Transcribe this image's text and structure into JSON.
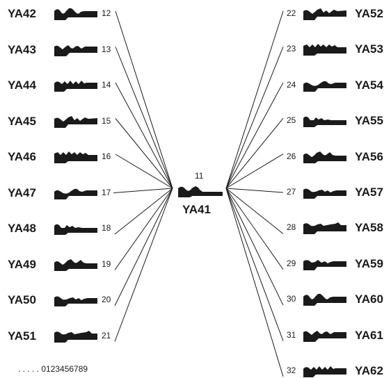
{
  "center": {
    "code": "YA41",
    "number": "11"
  },
  "left_keys": [
    {
      "code": "YA42",
      "number": "12"
    },
    {
      "code": "YA43",
      "number": "13"
    },
    {
      "code": "YA44",
      "number": "14"
    },
    {
      "code": "YA45",
      "number": "15"
    },
    {
      "code": "YA46",
      "number": "16"
    },
    {
      "code": "YA47",
      "number": "17"
    },
    {
      "code": "YA48",
      "number": "18"
    },
    {
      "code": "YA49",
      "number": "19"
    },
    {
      "code": "YA50",
      "number": "20"
    },
    {
      "code": "YA51",
      "number": "21"
    }
  ],
  "right_keys": [
    {
      "code": "YA52",
      "number": "22"
    },
    {
      "code": "YA53",
      "number": "23"
    },
    {
      "code": "YA54",
      "number": "24"
    },
    {
      "code": "YA55",
      "number": "25"
    },
    {
      "code": "YA56",
      "number": "26"
    },
    {
      "code": "YA57",
      "number": "27"
    },
    {
      "code": "YA58",
      "number": "28"
    },
    {
      "code": "YA59",
      "number": "29"
    },
    {
      "code": "YA60",
      "number": "30"
    },
    {
      "code": "YA61",
      "number": "31"
    },
    {
      "code": "YA62",
      "number": "32"
    }
  ],
  "legend": ". . . . . 0123456789",
  "colors": {
    "ink": "#1a1a1a",
    "background": "#ffffff"
  }
}
